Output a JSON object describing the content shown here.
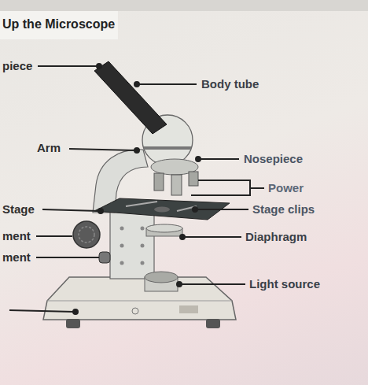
{
  "diagram": {
    "title": "Up the Microscope",
    "labels": [
      "piece",
      "Body tube",
      "Arm",
      "Nosepiece",
      "Power",
      "Stage",
      "Stage clips",
      "ment",
      "Diaphragm",
      "ment",
      "Light source"
    ]
  }
}
